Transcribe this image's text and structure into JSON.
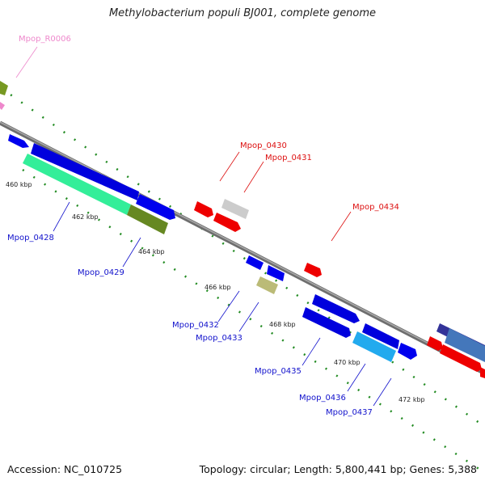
{
  "title": "Methylobacterium populi BJ001, complete genome",
  "footer": {
    "accession": "Accession: NC_010725",
    "topology": "Topology: circular; Length: 5,800,441 bp; Genes: 5,388"
  },
  "colors": {
    "backbone": "#808080",
    "tick": "#228b22",
    "forward_label": "#dd1111",
    "reverse_label": "#1111cc",
    "rna_label": "#ee88cc"
  },
  "kbp_labels": [
    "460 kbp",
    "462 kbp",
    "464 kbp",
    "466 kbp",
    "468 kbp",
    "470 kbp",
    "472 kbp"
  ],
  "labels": [
    {
      "text": "Mpop_R0006",
      "type": "rna"
    },
    {
      "text": "Mpop_0428",
      "type": "reverse"
    },
    {
      "text": "Mpop_0429",
      "type": "reverse"
    },
    {
      "text": "Mpop_0430",
      "type": "forward"
    },
    {
      "text": "Mpop_0431",
      "type": "forward"
    },
    {
      "text": "Mpop_0432",
      "type": "reverse"
    },
    {
      "text": "Mpop_0433",
      "type": "reverse"
    },
    {
      "text": "Mpop_0434",
      "type": "forward"
    },
    {
      "text": "Mpop_0435",
      "type": "reverse"
    },
    {
      "text": "Mpop_0436",
      "type": "reverse"
    },
    {
      "text": "Mpop_0437",
      "type": "reverse"
    }
  ]
}
